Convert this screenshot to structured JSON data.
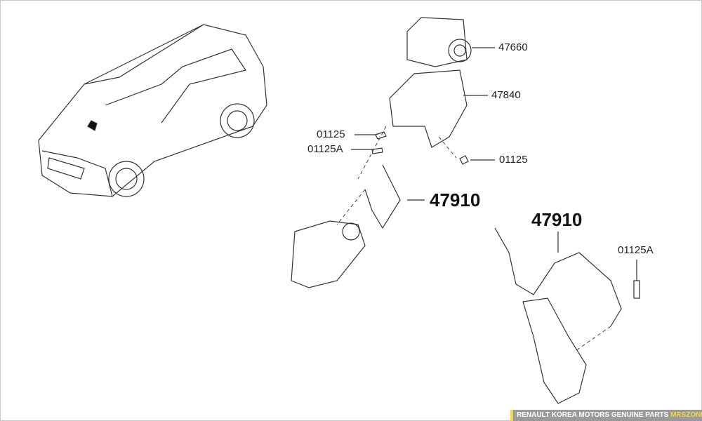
{
  "callouts": {
    "abs_unit": "47660",
    "bracket": "47840",
    "bolt_upper": "01125",
    "bolt_sensor_front": "01125A",
    "bolt_lower": "01125",
    "sensor_front": "47910",
    "sensor_rear": "47910",
    "bolt_sensor_rear": "01125A"
  },
  "footer": {
    "text": "RENAULT KOREA MOTORS GENUINE PARTS",
    "brand": "MRSZONE",
    "accent_color": "#f2d64b"
  }
}
